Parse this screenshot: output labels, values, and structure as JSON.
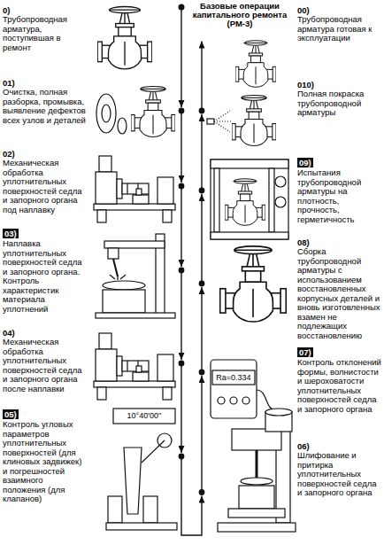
{
  "diagram": {
    "title": "Базовые операции капитального ремонта (РМ-3)",
    "nodes": [
      {
        "text": [
          "0)",
          "Трубопроводная арматура, поступившая в ремонт"
        ]
      },
      {
        "text": [
          "01)",
          "Очистка, полная разборка, промывка, выявление дефектов всех узлов и деталей"
        ]
      },
      {
        "text": [
          "02)",
          "Механическая обработка уплотнительных поверхностей седла и запорного органа под наплавку"
        ]
      },
      {
        "text": [
          "03)",
          "Наплавка уплотнительных поверхностей седла и запорного органа. Контроль характеристик материала уплотнений"
        ]
      },
      {
        "text": [
          "04)",
          "Механическая обработка уплотнительных поверхностей седла и запорного органа после наплавки"
        ]
      },
      {
        "text": [
          "05)",
          "Контроль угловых параметров уплотнительных поверхностей (для клиновых задвижек) и погрешностей взаимного положения (для клапанов)"
        ]
      },
      {
        "text": [
          "06)",
          "Шлифование и притирка уплотнительных поверхностей седла и запорного органа"
        ]
      },
      {
        "text": [
          "07)",
          "Контроль отклонений формы, волнистости и шероховатости уплотнительных поверхностей седла и запорного органа"
        ]
      },
      {
        "text": [
          "08)",
          "Сборка трубопроводной арматуры с использованием восстановленных корпусных деталей и вновь изготовленных взамен не подлежащих восстановлению"
        ]
      },
      {
        "text": [
          "09)",
          "Испытания трубопроводной арматуры на плотность, прочность, герметичность"
        ]
      },
      {
        "text": [
          "010)",
          "Полная покраска трубопроводной арматуры"
        ]
      },
      {
        "text": [
          "00)",
          "Трубопроводная арматура готовая к эксплуатации"
        ]
      }
    ],
    "edges": [
      {
        "from": 0,
        "to": 1,
        "arrow": "to"
      },
      {
        "from": 1,
        "to": 2,
        "arrow": "to"
      },
      {
        "from": 2,
        "to": 3,
        "arrow": "to"
      },
      {
        "from": 3,
        "to": 4,
        "arrow": "to"
      },
      {
        "from": 4,
        "to": 5,
        "arrow": "to"
      },
      {
        "from": 5,
        "to": 6,
        "arrow": "to"
      },
      {
        "from": 6,
        "to": 7,
        "arrow": "to"
      },
      {
        "from": 7,
        "to": 8,
        "arrow": "to"
      },
      {
        "from": 8,
        "to": 9,
        "arrow": "to"
      },
      {
        "from": 9,
        "to": 10,
        "arrow": "to"
      },
      {
        "from": 10,
        "to": 11,
        "arrow": "to"
      }
    ],
    "labels": [
      "10°40'00''",
      "Ra=0.334"
    ]
  }
}
